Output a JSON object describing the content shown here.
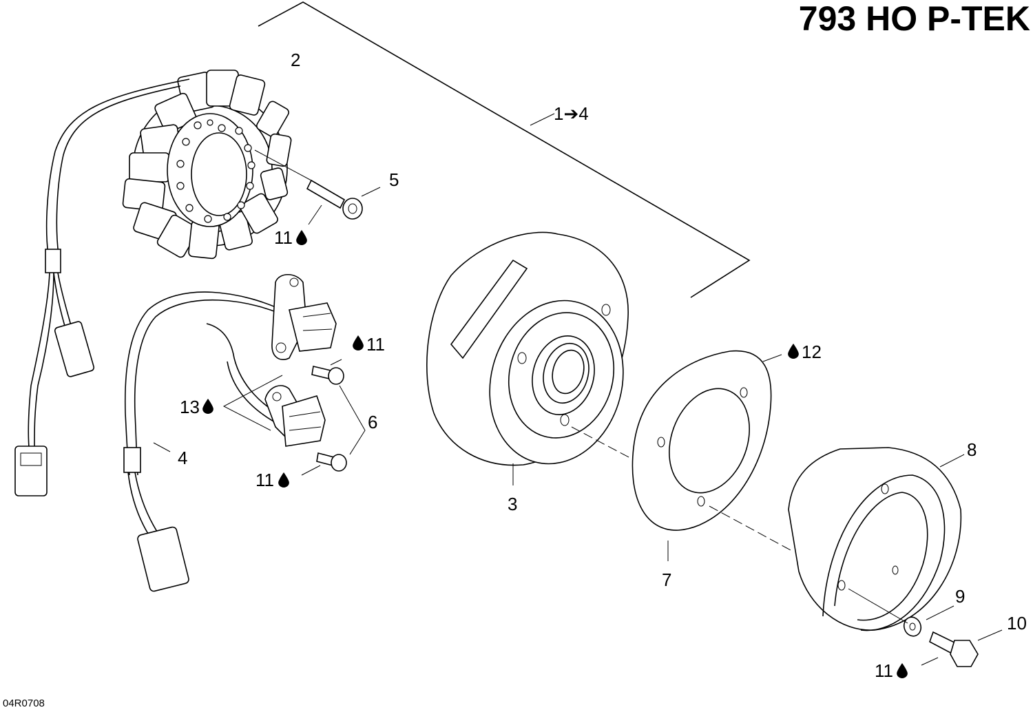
{
  "title": "793 HO P-TEK",
  "reference_code": "04R0708",
  "callouts": [
    {
      "id": "c1",
      "text": "1➔4"
    },
    {
      "id": "c2",
      "text": "2"
    },
    {
      "id": "c3",
      "text": "3"
    },
    {
      "id": "c4",
      "text": "4"
    },
    {
      "id": "c5",
      "text": "5"
    },
    {
      "id": "c6",
      "text": "6"
    },
    {
      "id": "c7",
      "text": "7"
    },
    {
      "id": "c8",
      "text": "8"
    },
    {
      "id": "c9",
      "text": "9"
    },
    {
      "id": "c10",
      "text": "10"
    },
    {
      "id": "c11a",
      "text": "11"
    },
    {
      "id": "c11b",
      "text": "11"
    },
    {
      "id": "c11c",
      "text": "11"
    },
    {
      "id": "c11d",
      "text": "11"
    },
    {
      "id": "c12",
      "text": "12"
    },
    {
      "id": "c13",
      "text": "13"
    }
  ],
  "icons": {
    "drop": "oil-drop-icon"
  }
}
